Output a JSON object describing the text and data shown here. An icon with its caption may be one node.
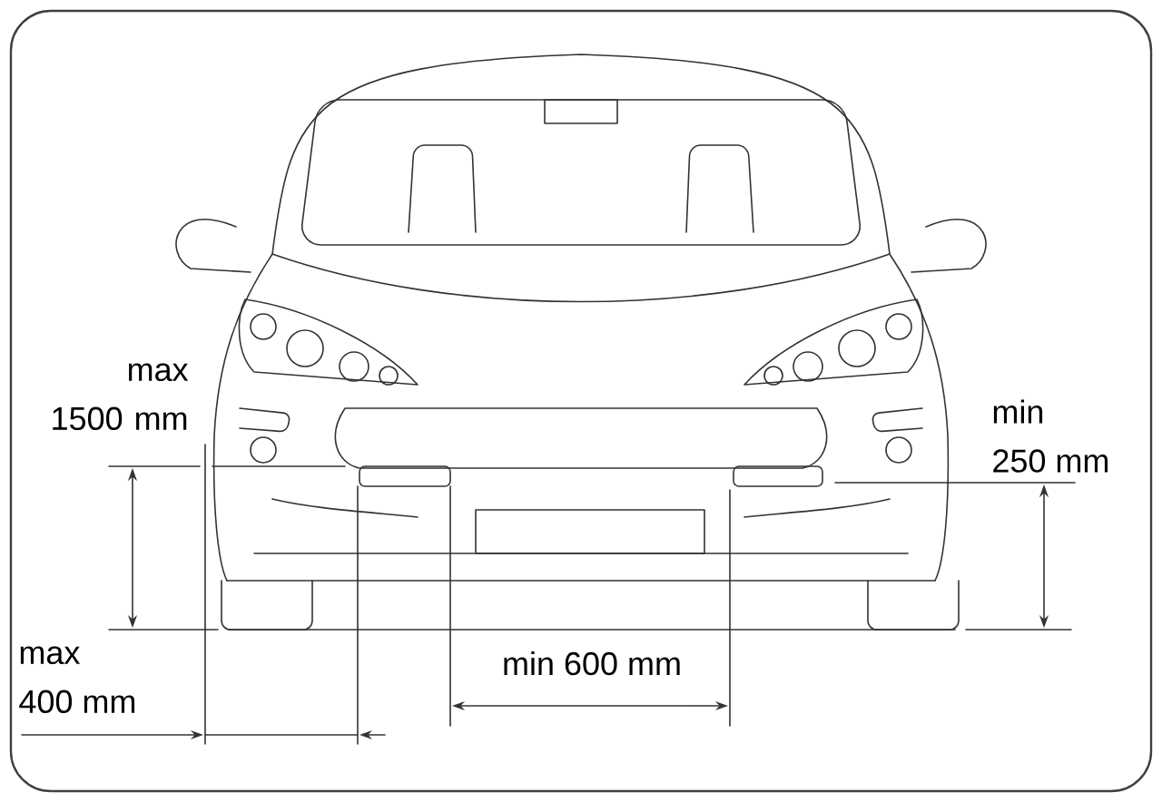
{
  "diagram": {
    "labels": [
      "max 1500 mm",
      "min 250 mm",
      "max 400 mm",
      "min 600 mm"
    ]
  }
}
